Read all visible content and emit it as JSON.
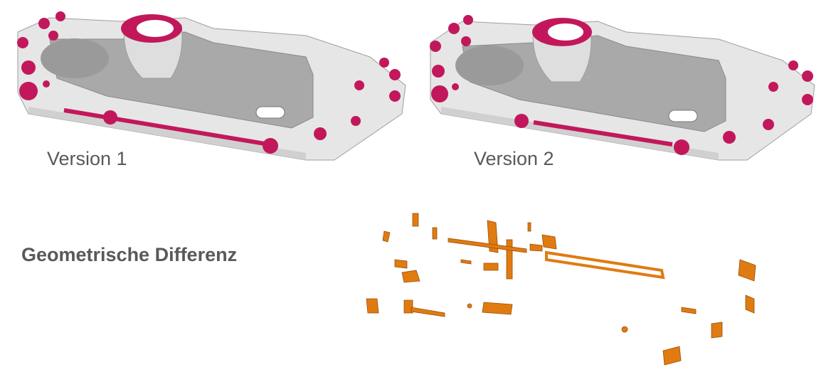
{
  "labels": {
    "version1": "Version 1",
    "version2": "Version 2",
    "difference": "Geometrische Differenz"
  },
  "colors": {
    "accent_magenta": "#c2185b",
    "body_grey": "#a9a9a9",
    "body_light": "#e6e6e6",
    "difference_orange": "#e07b12"
  },
  "parts": [
    {
      "name": "version-1-model"
    },
    {
      "name": "version-2-model"
    },
    {
      "name": "difference-model"
    }
  ]
}
